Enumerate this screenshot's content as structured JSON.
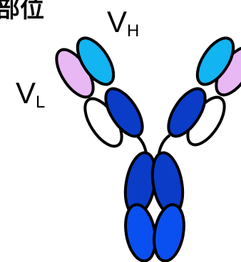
{
  "heading_fragment": "部位",
  "labels": {
    "vh": {
      "main": "V",
      "sub": "H"
    },
    "vl": {
      "main": "V",
      "sub": "L"
    }
  },
  "colors": {
    "vh_domain": "#12b4f2",
    "vl_domain": "#e8b8f4",
    "constant_heavy_upper": "#0a3cc8",
    "constant_heavy_lower": "#0a50f0",
    "constant_light": "#ffffff",
    "outline": "#000000"
  }
}
